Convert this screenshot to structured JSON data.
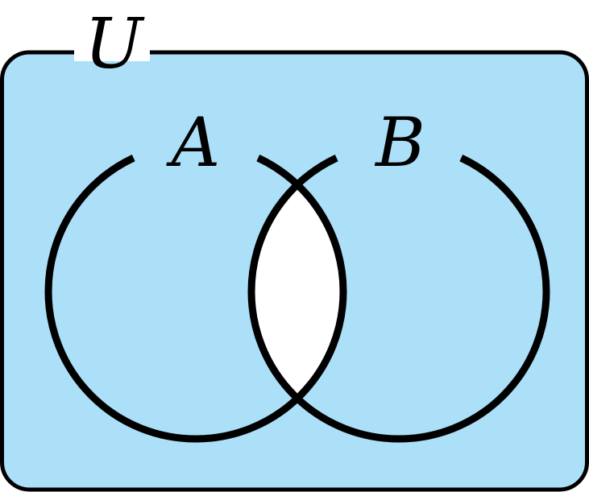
{
  "diagram": {
    "universe_label": "U",
    "set_a_label": "A",
    "set_b_label": "B",
    "colors": {
      "shaded_region": "#ace0f9",
      "unshaded_region": "#ffffff",
      "outline": "#000000"
    }
  }
}
